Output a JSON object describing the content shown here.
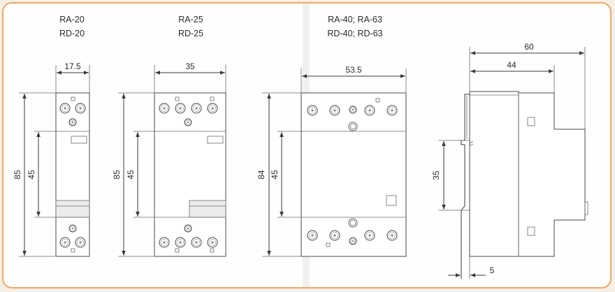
{
  "models": {
    "m20": {
      "line1": "RA-20",
      "line2": "RD-20"
    },
    "m25": {
      "line1": "RA-25",
      "line2": "RD-25"
    },
    "m40": {
      "line1": "RA-40; RA-63",
      "line2": "RD-40; RD-63"
    }
  },
  "dimensions": {
    "m20": {
      "width": "17.5",
      "height": "85",
      "rail": "45"
    },
    "m25": {
      "width": "35",
      "height": "85",
      "rail": "45"
    },
    "m40": {
      "width": "53.5",
      "height": "84",
      "rail": "45"
    },
    "side": {
      "depth_total": "60",
      "depth_body": "44",
      "rail": "35",
      "offset": "5"
    }
  },
  "colors": {
    "frame": "#f0a766",
    "line": "#3a3a3a",
    "background": "#fefefe"
  }
}
